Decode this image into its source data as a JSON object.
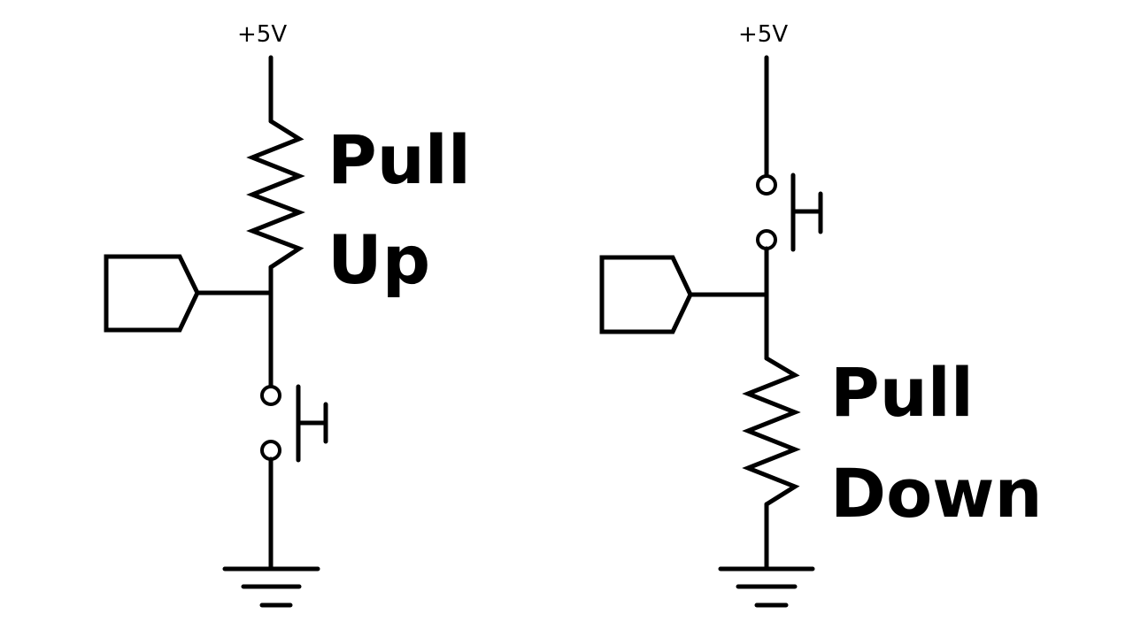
{
  "circuits": [
    {
      "id": "pull-up",
      "supply_label": "+5V",
      "title_line1": "Pull",
      "title_line2": "Up",
      "components_top_to_bottom": [
        "supply",
        "resistor",
        "input-pin-junction",
        "push-button",
        "ground"
      ]
    },
    {
      "id": "pull-down",
      "supply_label": "+5V",
      "title_line1": "Pull",
      "title_line2": "Down",
      "components_top_to_bottom": [
        "supply",
        "push-button",
        "input-pin-junction",
        "resistor",
        "ground"
      ]
    }
  ],
  "colors": {
    "ink": "#000000",
    "background": "#ffffff"
  }
}
